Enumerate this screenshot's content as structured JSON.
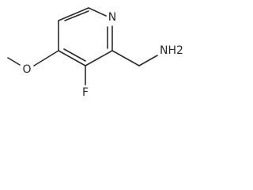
{
  "structure": {
    "atoms": {
      "ring_nitrogen": "N",
      "fluorine": "F",
      "methoxy_oxygen": "O",
      "amine": "NH2"
    }
  }
}
